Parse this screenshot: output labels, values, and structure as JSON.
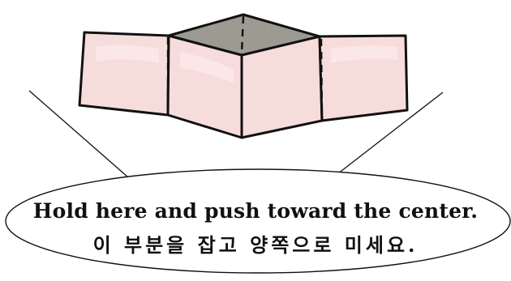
{
  "illustration": {
    "colors": {
      "paper_fill": "#f7dcdc",
      "paper_highlight": "#fbeaea",
      "top_face_fill": "#9d9a92",
      "outline": "#111111",
      "bubble_fill": "#ffffff"
    },
    "fold_line_style": "dashed"
  },
  "callout": {
    "line_en": "Hold here and push toward the center.",
    "line_ko": "이 부분을 잡고 양쪽으로 미세요."
  }
}
